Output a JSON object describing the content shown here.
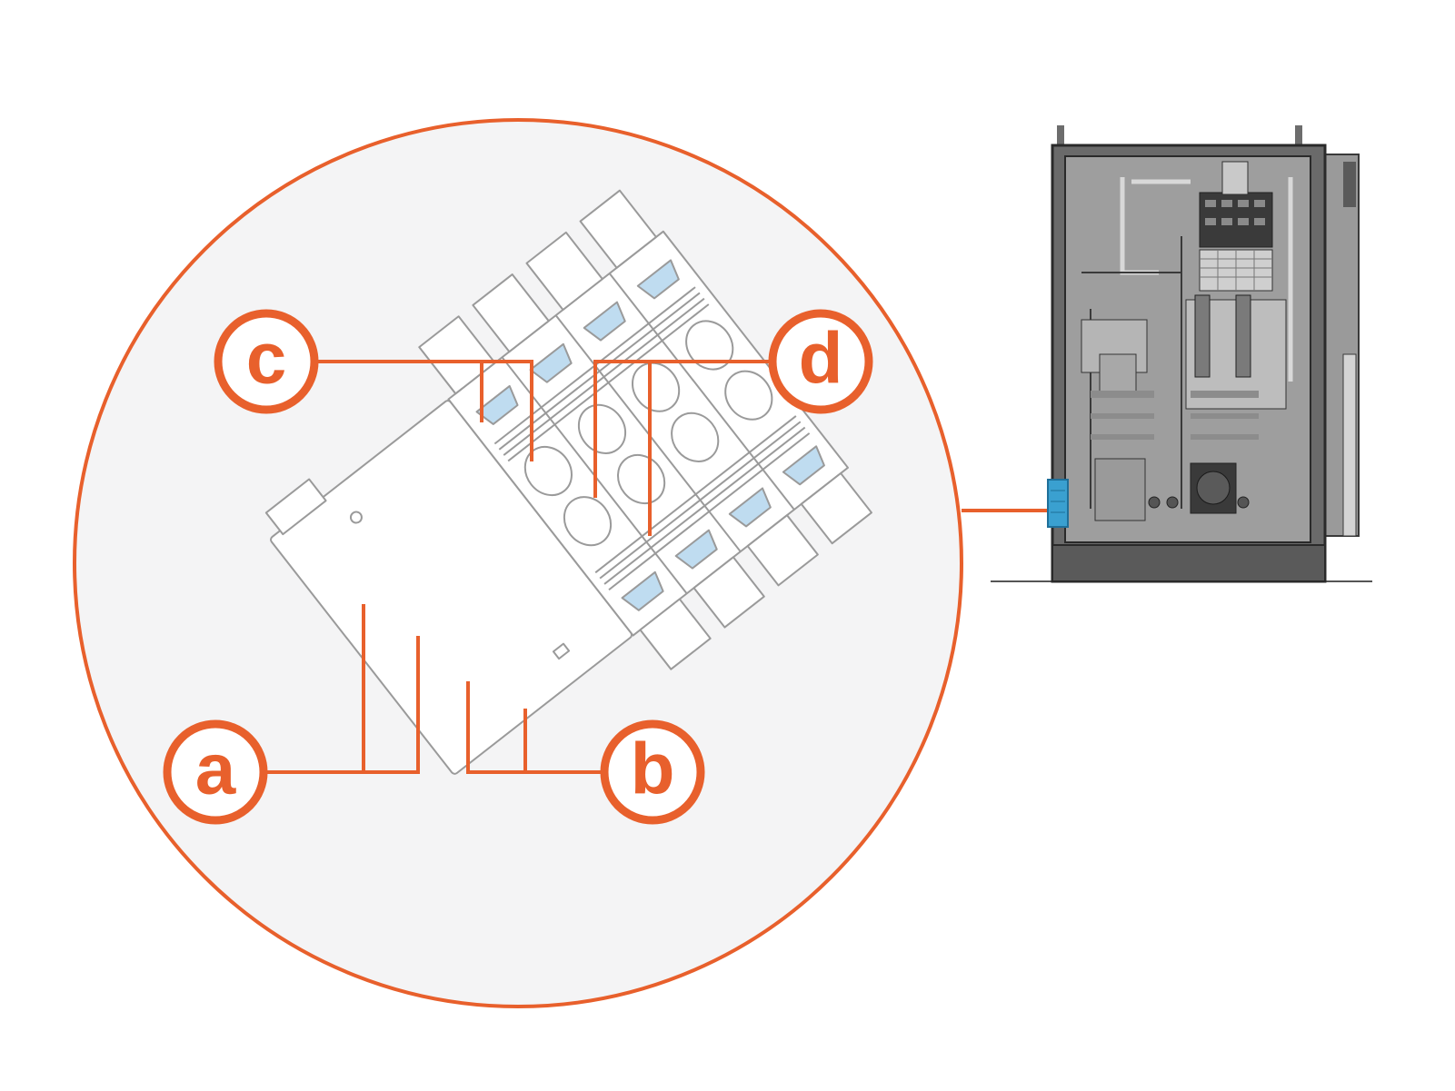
{
  "colors": {
    "accent": "#e8602c",
    "highlight": "#bfdcf0",
    "terminal_blue": "#3aa0d0",
    "circle_fill": "#f4f4f5",
    "enclosure_dark": "#4a4a4a",
    "enclosure_panel": "#8a8a8a"
  },
  "callouts": {
    "a": {
      "label": "a",
      "icon": "circle-letter-a"
    },
    "b": {
      "label": "b",
      "icon": "circle-letter-b"
    },
    "c": {
      "label": "c",
      "icon": "circle-letter-c"
    },
    "d": {
      "label": "d",
      "icon": "circle-letter-d"
    }
  }
}
